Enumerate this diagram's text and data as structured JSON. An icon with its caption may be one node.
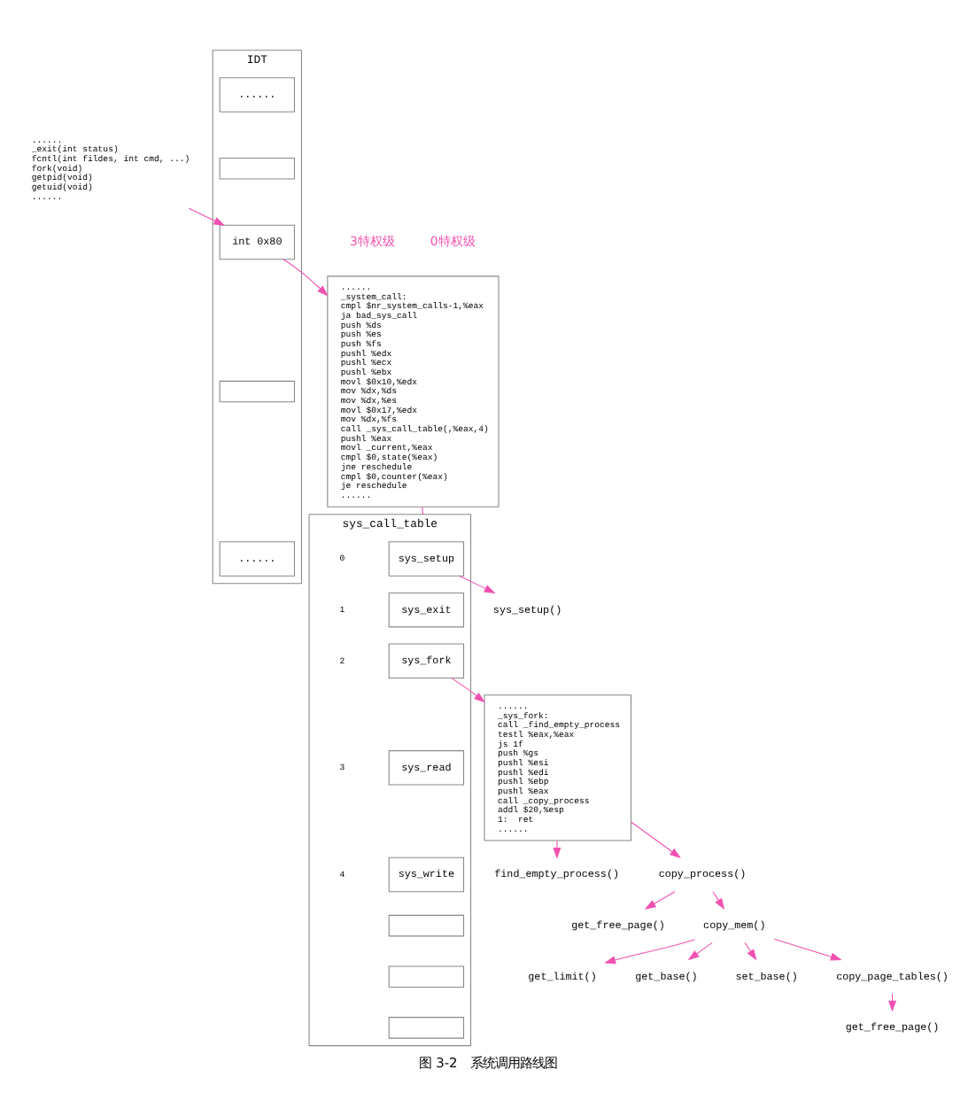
{
  "diagram": {
    "caption": "图 3-2　系统调用路线图",
    "nodes": [
      {
        "text": [
          "......",
          "_exit(int status)",
          "fcntl(int fildes, int cmd, ...)",
          "fork(void)",
          "getpid(void)",
          "getuid(void)",
          "......"
        ]
      },
      {
        "text": [
          "IDT"
        ]
      },
      {
        "text": [
          "......"
        ],
        "in": 1
      },
      {
        "text": [],
        "shape": "box",
        "in": 1
      },
      {
        "text": [
          "int 0x80"
        ],
        "in": 1
      },
      {
        "text": [],
        "shape": "box",
        "in": 1
      },
      {
        "text": [
          "......"
        ],
        "in": 1
      },
      {
        "text": [
          "......",
          "_system_call:",
          "cmpl $nr_system_calls-1,%eax",
          "ja bad_sys_call",
          "push %ds",
          "push %es",
          "push %fs",
          "pushl %edx",
          "pushl %ecx",
          "pushl %ebx",
          "movl $0x10,%edx",
          "mov %dx,%ds",
          "mov %dx,%es",
          "movl $0x17,%edx",
          "mov %dx,%fs",
          "call _sys_call_table(,%eax,4)",
          "pushl %eax",
          "movl _current,%eax",
          "cmpl $0,state(%eax)",
          "jne reschedule",
          "cmpl $0,counter(%eax)",
          "je reschedule",
          "......"
        ]
      },
      {
        "text": [
          "sys_call_table"
        ]
      },
      {
        "text": [
          "sys_setup"
        ],
        "in": 8
      },
      {
        "text": [
          "sys_exit"
        ],
        "in": 8
      },
      {
        "text": [
          "sys_fork"
        ],
        "in": 8
      },
      {
        "text": [
          "sys_read"
        ],
        "in": 8
      },
      {
        "text": [
          "sys_write"
        ],
        "in": 8
      },
      {
        "text": [],
        "shape": "box",
        "in": 8
      },
      {
        "text": [],
        "shape": "box",
        "in": 8
      },
      {
        "text": [],
        "shape": "box",
        "in": 8
      },
      {
        "text": [
          "sys_setup()"
        ]
      },
      {
        "text": [
          "......",
          "_sys_fork:",
          "call _find_empty_process",
          "testl %eax,%eax",
          "js 1f",
          "push %gs",
          "pushl %esi",
          "pushl %edi",
          "pushl %ebp",
          "pushl %eax",
          "call _copy_process",
          "addl $20,%esp",
          "1:  ret",
          "......"
        ]
      },
      {
        "text": [
          "find_empty_process()"
        ]
      },
      {
        "text": [
          "copy_process()"
        ]
      },
      {
        "text": [
          "get_free_page()"
        ]
      },
      {
        "text": [
          "copy_mem()"
        ]
      },
      {
        "text": [
          "get_limit()"
        ]
      },
      {
        "text": [
          "get_base()"
        ]
      },
      {
        "text": [
          "set_base()"
        ]
      },
      {
        "text": [
          "copy_page_tables()"
        ]
      },
      {
        "text": [
          "get_free_page()"
        ]
      }
    ],
    "edges": [
      {
        "from": 0,
        "to": 4,
        "arrow": "to"
      },
      {
        "from": 4,
        "to": 7,
        "arrow": "to"
      },
      {
        "from": 7,
        "to": 8,
        "arrow": "none"
      },
      {
        "from": 9,
        "to": 17,
        "arrow": "to"
      },
      {
        "from": 11,
        "to": 18,
        "arrow": "to"
      },
      {
        "from": 18,
        "to": 19,
        "arrow": "to"
      },
      {
        "from": 18,
        "to": 20,
        "arrow": "to"
      },
      {
        "from": 20,
        "to": 21,
        "arrow": "to"
      },
      {
        "from": 20,
        "to": 22,
        "arrow": "to"
      },
      {
        "from": 22,
        "to": 23,
        "arrow": "to"
      },
      {
        "from": 22,
        "to": 24,
        "arrow": "to"
      },
      {
        "from": 22,
        "to": 25,
        "arrow": "to"
      },
      {
        "from": 22,
        "to": 26,
        "arrow": "to"
      },
      {
        "from": 26,
        "to": 27,
        "arrow": "to"
      }
    ],
    "labels": [
      "3特权级",
      "0特权级",
      "0",
      "1",
      "2",
      "3",
      "4"
    ]
  }
}
